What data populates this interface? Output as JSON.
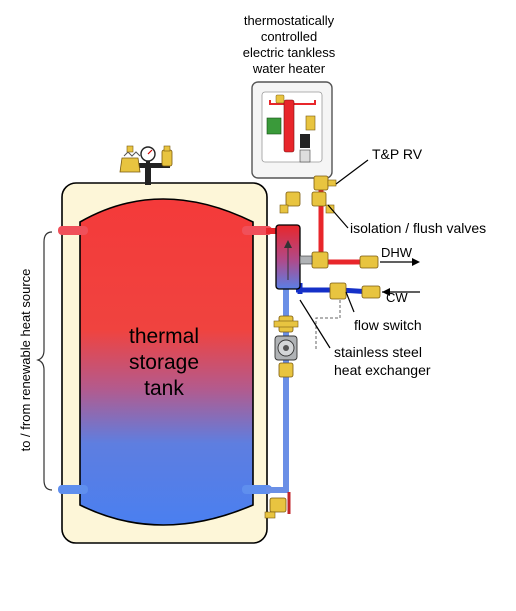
{
  "labels": {
    "heater_line1": "thermostatically",
    "heater_line2": "controlled",
    "heater_line3": "electric tankless",
    "heater_line4": "water heater",
    "tprv": "T&P RV",
    "isolation": "isolation / flush valves",
    "dhw": "DHW",
    "cw": "CW",
    "flow_switch": "flow switch",
    "hx_line1": "stainless steel",
    "hx_line2": "heat exchanger",
    "tank_line1": "thermal",
    "tank_line2": "storage",
    "tank_line3": "tank",
    "side_label": "to / from renewable heat source"
  },
  "colors": {
    "hot": "#f43a3a",
    "cold": "#4a7ff0",
    "pipe_hot": "#e8262b",
    "pipe_cold": "#6a8fe6",
    "pipe_supply": "#1530c8",
    "tank_shell": "#fdf6d8",
    "brass": "#e8c440"
  },
  "icons": [
    "valve-icon",
    "pump-icon",
    "gauge-icon",
    "air-vent-icon",
    "drain-valve-icon",
    "check-valve-icon"
  ]
}
